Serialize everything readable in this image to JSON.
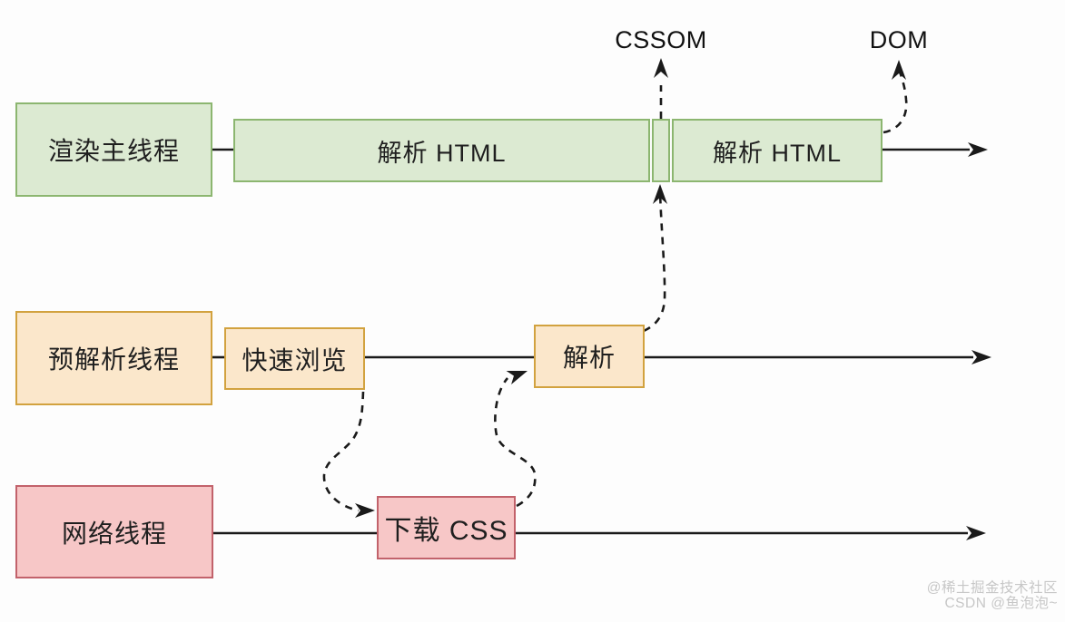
{
  "diagram": {
    "output_labels": {
      "cssom": "CSSOM",
      "dom": "DOM"
    },
    "rows": [
      {
        "thread": "渲染主线程",
        "segments": [
          "解析 HTML",
          "解析 HTML"
        ]
      },
      {
        "thread": "预解析线程",
        "steps": [
          "快速浏览",
          "解析"
        ]
      },
      {
        "thread": "网络线程",
        "steps": [
          "下载 CSS"
        ]
      }
    ],
    "colors": {
      "green_fill": "#dcead2",
      "green_border": "#8cb670",
      "orange_fill": "#fbe7cb",
      "orange_border": "#d2a23f",
      "red_fill": "#f7c7c7",
      "red_border": "#c2626b",
      "line": "#1a1a1a",
      "watermark_gray": "#c7c7c7"
    },
    "watermark": {
      "line1": "@稀土掘金技术社区",
      "line2": "CSDN @鱼泡泡~"
    }
  }
}
